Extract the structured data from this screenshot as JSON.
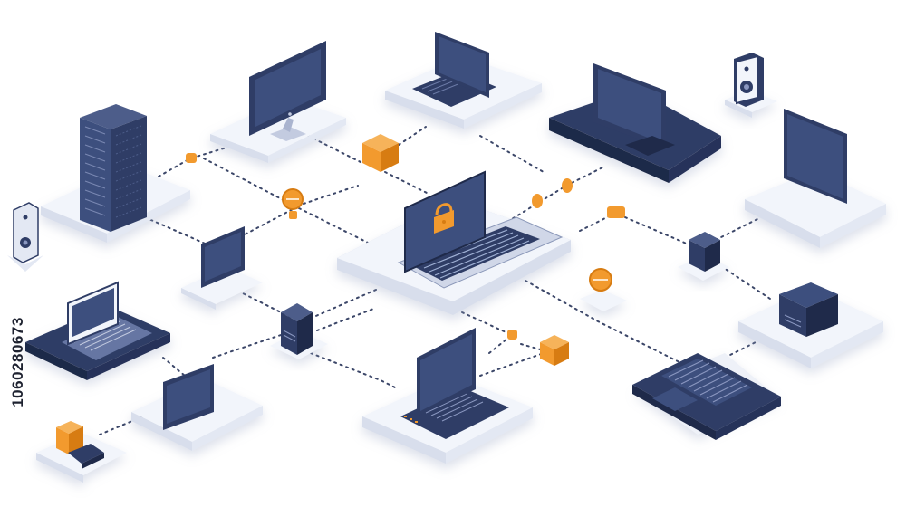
{
  "image_id_text": "1060280673",
  "colors": {
    "navy": "#2f3d66",
    "navy_dark": "#1f2a4a",
    "screen": "#3d4f7e",
    "orange": "#f29a2e",
    "orange_dark": "#d77c12",
    "platform_top": "#f2f5fb",
    "platform_side": "#d8deec",
    "connector": "#3b4668"
  },
  "nodes": [
    {
      "id": "central-laptop",
      "icon": "laptop-lock-icon"
    },
    {
      "id": "server-tower",
      "icon": "server-icon"
    },
    {
      "id": "desktop-monitor",
      "icon": "monitor-icon"
    },
    {
      "id": "laptop-top",
      "icon": "laptop-icon"
    },
    {
      "id": "big-monitor",
      "icon": "monitor-icon"
    },
    {
      "id": "speaker",
      "icon": "speaker-icon"
    },
    {
      "id": "tablet-right",
      "icon": "tablet-icon"
    },
    {
      "id": "router-device",
      "icon": "router-icon"
    },
    {
      "id": "keyboard",
      "icon": "keyboard-icon"
    },
    {
      "id": "laptop-bottom",
      "icon": "laptop-icon"
    },
    {
      "id": "tablet-small",
      "icon": "tablet-icon"
    },
    {
      "id": "laptop-left",
      "icon": "laptop-icon"
    },
    {
      "id": "tablet-mid",
      "icon": "tablet-icon"
    },
    {
      "id": "smart-speaker",
      "icon": "speaker-icon"
    },
    {
      "id": "usb-drive",
      "icon": "usb-drive-icon"
    },
    {
      "id": "hub-center",
      "icon": "hub-icon"
    },
    {
      "id": "cube-right",
      "icon": "cube-icon"
    }
  ]
}
